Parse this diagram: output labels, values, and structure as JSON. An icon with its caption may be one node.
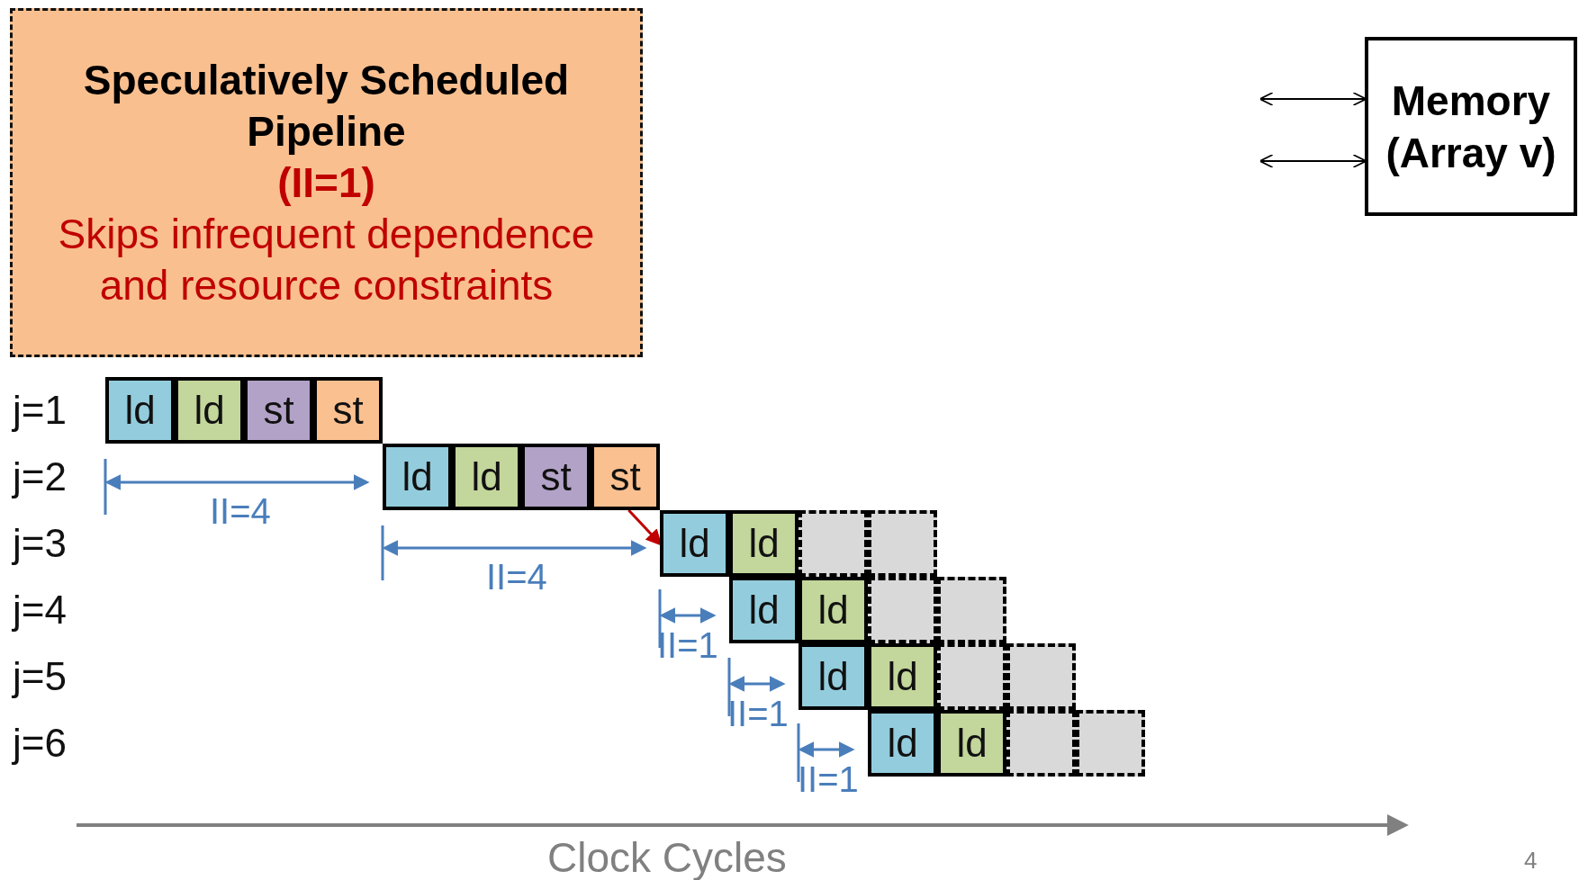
{
  "diagram": {
    "nodes": [
      {
        "text": [
          "Speculatively Scheduled Pipeline",
          "(II=1)",
          "Skips infrequent dependence and resource constraints"
        ]
      },
      {
        "text": [
          "Memory (Array v)"
        ]
      },
      {
        "text": [
          "ld"
        ]
      },
      {
        "text": [
          "ld"
        ]
      },
      {
        "text": [
          "st"
        ]
      },
      {
        "text": [
          "st"
        ]
      },
      {
        "text": [
          "ld"
        ]
      },
      {
        "text": [
          "ld"
        ]
      },
      {
        "text": [
          "st"
        ]
      },
      {
        "text": [
          "st"
        ]
      },
      {
        "text": [
          "ld"
        ]
      },
      {
        "text": [
          "ld"
        ]
      },
      {
        "text": [],
        "shape": "box"
      },
      {
        "text": [],
        "shape": "box"
      },
      {
        "text": [
          "ld"
        ]
      },
      {
        "text": [
          "ld"
        ]
      },
      {
        "text": [],
        "shape": "box"
      },
      {
        "text": [],
        "shape": "box"
      },
      {
        "text": [
          "ld"
        ]
      },
      {
        "text": [
          "ld"
        ]
      },
      {
        "text": [],
        "shape": "box"
      },
      {
        "text": [],
        "shape": "box"
      },
      {
        "text": [
          "ld"
        ]
      },
      {
        "text": [
          "ld"
        ]
      },
      {
        "text": [],
        "shape": "box"
      },
      {
        "text": [],
        "shape": "box"
      }
    ],
    "edges": [
      {
        "from": null,
        "to": 1,
        "arrow": "both"
      },
      {
        "from": null,
        "to": 1,
        "arrow": "both"
      },
      {
        "from": 9,
        "to": 10,
        "arrow": "to",
        "color": "#c00000"
      }
    ],
    "labels": [
      "j=1",
      "j=2",
      "II=4",
      "j=3",
      "II=4",
      "j=4",
      "II=1",
      "j=5",
      "II=1",
      "j=6",
      "II=1",
      "Clock Cycles",
      "4"
    ]
  }
}
